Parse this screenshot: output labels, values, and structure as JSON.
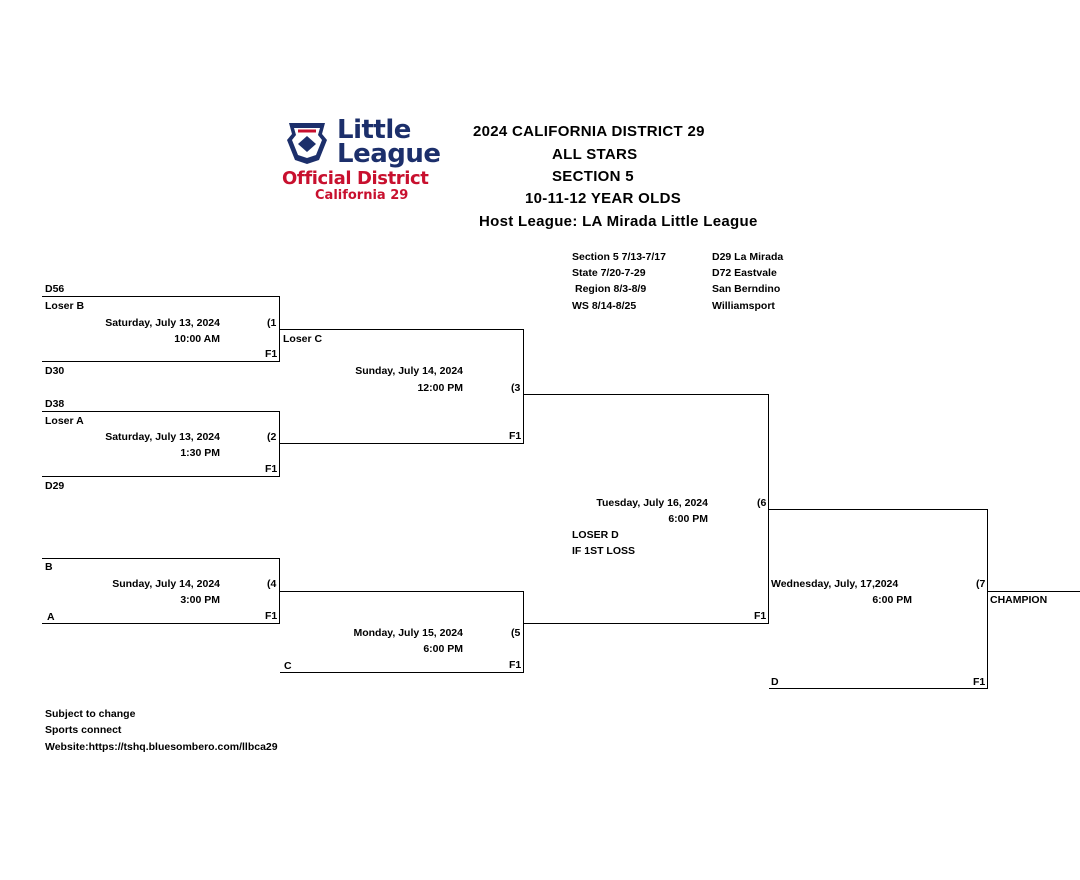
{
  "logo": {
    "line1": "Little",
    "line2": "League",
    "line3": "Official District",
    "line4": "California 29"
  },
  "header": {
    "line1": "2024 CALIFORNIA  DISTRICT 29",
    "line2": "ALL STARS",
    "line3": "SECTION 5",
    "line4": "10-11-12 YEAR OLDS",
    "line5": "Host League: LA Mirada Little League"
  },
  "schedule": {
    "left": [
      "Section 5 7/13-7/17",
      "State 7/20-7-29",
      "Region 8/3-8/9",
      "WS 8/14-8/25"
    ],
    "right": [
      "D29 La Mirada",
      "D72 Eastvale",
      "San Berndino",
      "Williamsport"
    ]
  },
  "bracket": {
    "g1": {
      "top": "D56",
      "top_sub": "Loser B",
      "date": "Saturday, July 13, 2024",
      "time": "10:00 AM",
      "num": "(1",
      "field": "F1",
      "bottom": "D30"
    },
    "g2": {
      "top": "D38",
      "top_sub": "Loser A",
      "date": "Saturday, July 13, 2024",
      "time": "1:30 PM",
      "num": "(2",
      "field": "F1",
      "bottom": "D29"
    },
    "g3": {
      "top": "Loser C",
      "date": "Sunday, July 14, 2024",
      "time": "12:00 PM",
      "num": "(3",
      "field": "F1"
    },
    "g4": {
      "top": "B",
      "date": "Sunday, July 14, 2024",
      "time": "3:00 PM",
      "num": "(4",
      "field": "F1",
      "bottom": "A"
    },
    "g5": {
      "date": "Monday, July 15, 2024",
      "time": "6:00 PM",
      "num": "(5",
      "field": "F1",
      "bottom": "C"
    },
    "g6": {
      "date": "Tuesday, July 16, 2024",
      "time": "6:00 PM",
      "num": "(6",
      "note1": "LOSER D",
      "note2": "IF 1ST LOSS",
      "field": "F1"
    },
    "g7": {
      "date": "Wednesday, July, 17,2024",
      "time": "6:00 PM",
      "num": "(7",
      "field": "F1",
      "bottom": "D",
      "winner": "CHAMPION"
    }
  },
  "footer": {
    "line1": "Subject to change",
    "line2": "Sports connect",
    "line3": "Website:https://tshq.bluesombero.com/llbca29"
  },
  "colors": {
    "logo_navy": "#1c2f6b",
    "logo_red": "#c8102e"
  }
}
